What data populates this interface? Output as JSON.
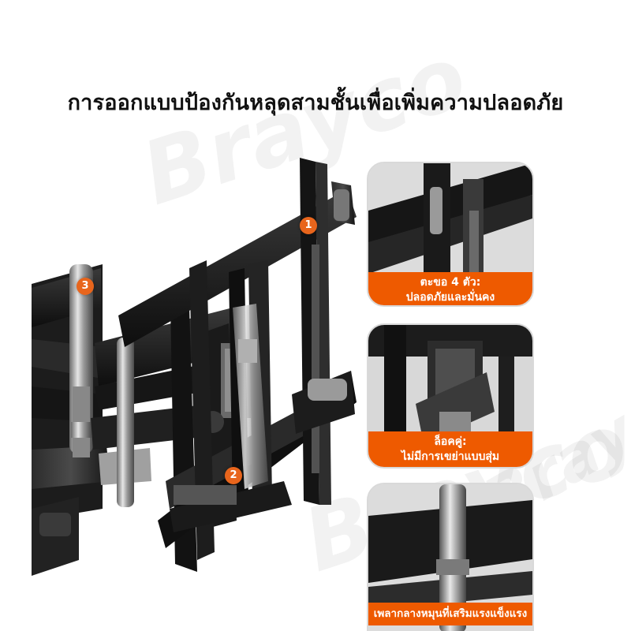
{
  "watermark": "Brayco",
  "title": "การออกแบบป้องกันหลุดสามชั้นเพื่อเพิ่มความปลอดภัย",
  "markers": {
    "one": "1",
    "two": "2",
    "three": "3"
  },
  "panels": [
    {
      "caption_line1": "ตะขอ 4 ตัว:",
      "caption_line2": "ปลอดภัยและมั่นคง"
    },
    {
      "caption_line1": "ล็อคคู่:",
      "caption_line2": "ไม่มีการเขย่าแบบสุ่ม"
    },
    {
      "caption_line1": "เพลากลางหมุนที่เสริมแรงแข็งแรง"
    }
  ],
  "colors": {
    "accent": "#ee5a00",
    "metal": "#1a1a1a",
    "panel_border": "#d9d9d9"
  }
}
